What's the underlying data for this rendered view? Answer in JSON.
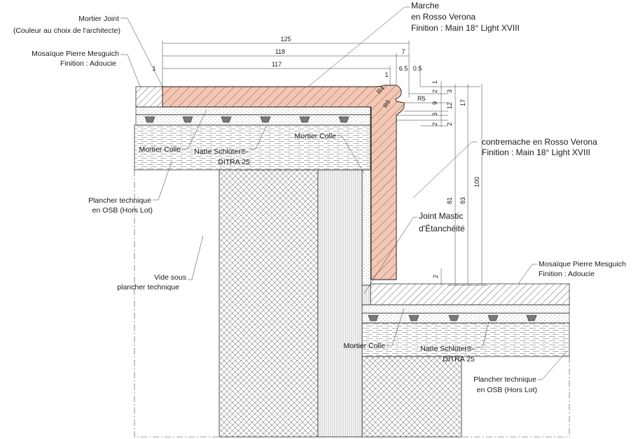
{
  "labels": {
    "mortier_joint": "Mortier Joint",
    "mortier_joint_note": "(Couleur au choix de l'architecte)",
    "mosaique_top": "Mosaïque Pierre Mesguich",
    "mosaique_top_finish": "Finition : Adoucie",
    "marche": "Marche",
    "marche_material": "en Rosso Verona",
    "marche_finish": "Finition : Main 18° Light XVIII",
    "mortier_colle_left": "Mortier Colle",
    "natte_left": "Natte Schlüter®-",
    "natte_left_2": "DITRA 25",
    "mortier_colle_mid": "Mortier Colle",
    "contremarche": "contremache en Rosso Verona",
    "contremarche_finish": "Finition : Main 18° Light XVIII",
    "plancher_left": "Plancher technique",
    "plancher_left_2": "en OSB (Hors Lot)",
    "joint_mastic": "Joint Mastic",
    "joint_mastic_2": "d'Étanchéité",
    "vide": "Vide sous",
    "vide_2": "plancher technique",
    "mosaique_bottom": "Mosaïque Pierre Mesguich",
    "mosaique_bottom_finish": "Finition : Adoucie",
    "mortier_colle_bottom": "Mortier Colle",
    "natte_bottom": "Natte Schlüter®-",
    "natte_bottom_2": "DITRA 25",
    "plancher_bottom": "Plancher technique",
    "plancher_bottom_2": "en OSB (Hors Lot)"
  },
  "dimensions": {
    "d125": "125",
    "d118": "118",
    "d7": "7",
    "d117": "117",
    "d1_left": "1",
    "d1_small": "1",
    "d65": "6.5",
    "d05": "0.5",
    "r4": "R4",
    "r6": "R6",
    "r5": "R5",
    "v1": "1",
    "v2a": "2",
    "v9": "9",
    "v3a": "3",
    "v3b": "3",
    "v12": "12",
    "v2b": "2",
    "v2c": "2",
    "v17": "17",
    "v81": "81",
    "v83": "83",
    "v100": "100",
    "v2d": "2"
  },
  "colors": {
    "stone": "#f4c7b4",
    "stone_hatch": "#3a2a24",
    "line": "#1a1a1a"
  }
}
